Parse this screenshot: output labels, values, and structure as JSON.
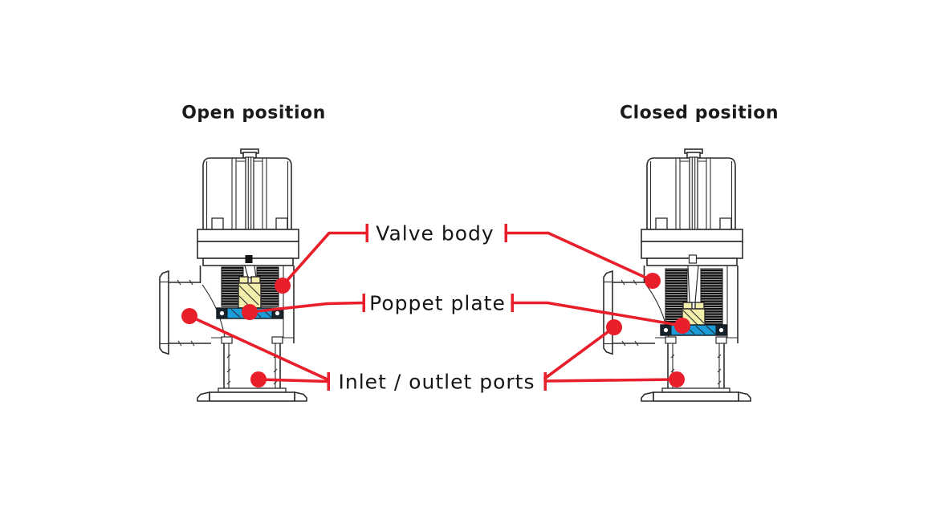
{
  "titles": {
    "open": "Open position",
    "closed": "Closed position"
  },
  "labels": {
    "valve_body": "Valve body",
    "poppet_plate": "Poppet plate",
    "inlet_outlet": "Inlet / outlet ports"
  },
  "colors": {
    "accent-red": "#e81f2b",
    "poppet-blue": "#1b9cd8",
    "holder-yellow": "#f3eeab",
    "line-dark": "#2e2a2b",
    "bellows-black": "#101010",
    "text-color": "#1b1b1b",
    "background": "#ffffff"
  }
}
